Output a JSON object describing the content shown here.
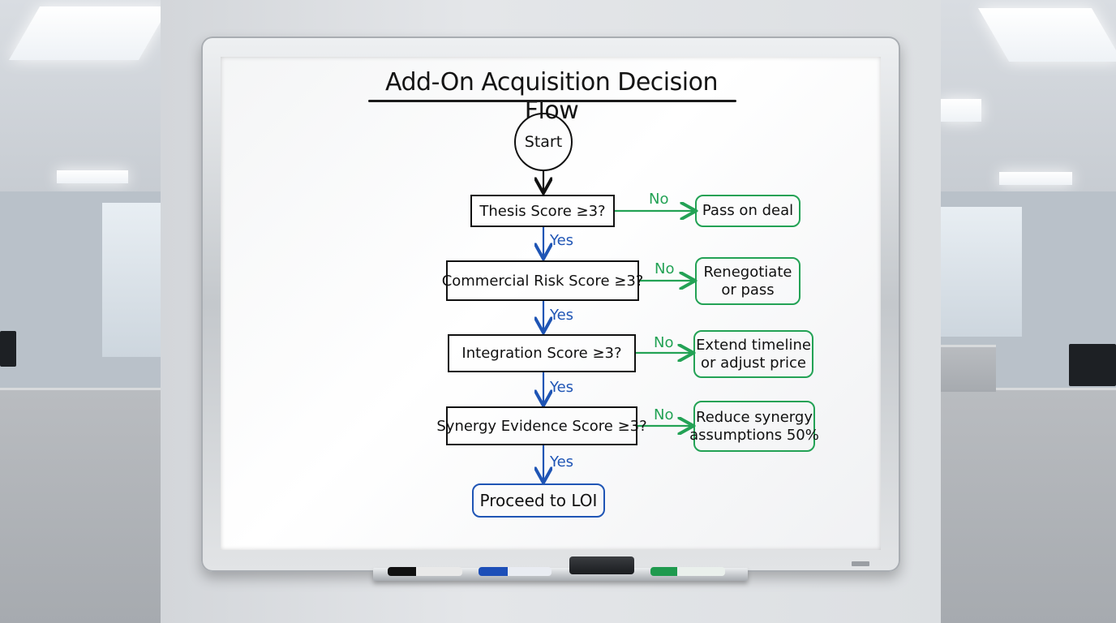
{
  "diagram": {
    "title": "Add-On Acquisition Decision Flow",
    "start": "Start",
    "steps": [
      {
        "question": "Thesis Score ≥3?",
        "no_label": "No",
        "no_outcome": [
          "Pass on deal"
        ],
        "yes_label": "Yes"
      },
      {
        "question": "Commercial Risk Score ≥3?",
        "no_label": "No",
        "no_outcome": [
          "Renegotiate",
          "or pass"
        ],
        "yes_label": "Yes"
      },
      {
        "question": "Integration Score ≥3?",
        "no_label": "No",
        "no_outcome": [
          "Extend timeline",
          "or adjust price"
        ],
        "yes_label": "Yes"
      },
      {
        "question": "Synergy Evidence Score ≥3?",
        "no_label": "No",
        "no_outcome": [
          "Reduce synergy",
          "assumptions 50%"
        ],
        "yes_label": "Yes"
      }
    ],
    "final": "Proceed to LOI"
  },
  "colors": {
    "ink_black": "#111111",
    "ink_blue": "#1f55b5",
    "ink_green": "#23a255"
  }
}
